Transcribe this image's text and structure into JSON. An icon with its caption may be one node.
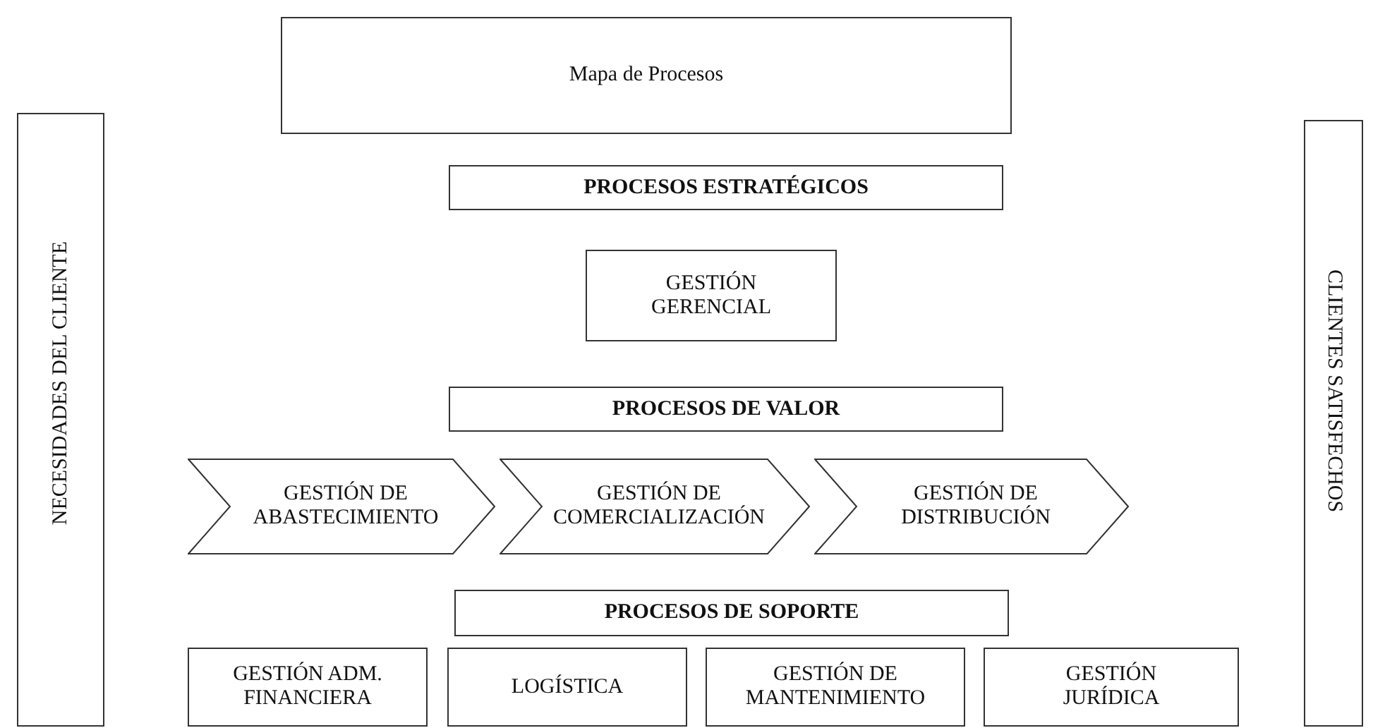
{
  "diagram": {
    "title": "Mapa de Procesos",
    "nodes": [
      {
        "text": [
          "NECESIDADES DEL CLIENTE"
        ]
      },
      {
        "text": [
          "PROCESOS ESTRATÉGICOS"
        ]
      },
      {
        "text": [
          "GESTIÓN GERENCIAL"
        ]
      },
      {
        "text": [
          "PROCESOS DE VALOR"
        ]
      },
      {
        "text": [
          "GESTIÓN DE ABASTECIMIENTO"
        ]
      },
      {
        "text": [
          "GESTIÓN DE COMERCIALIZACIÓN"
        ]
      },
      {
        "text": [
          "GESTIÓN DE DISTRIBUCIÓN"
        ]
      },
      {
        "text": [
          "PROCESOS DE SOPORTE"
        ]
      },
      {
        "text": [
          "GESTIÓN ADM. FINANCIERA"
        ]
      },
      {
        "text": [
          "LOGÍSTICA"
        ]
      },
      {
        "text": [
          "GESTIÓN DE MANTENIMIENTO"
        ]
      },
      {
        "text": [
          "GESTIÓN JURÍDICA"
        ]
      },
      {
        "text": [
          "CLIENTES SATISFECHOS"
        ]
      }
    ],
    "edges": []
  }
}
